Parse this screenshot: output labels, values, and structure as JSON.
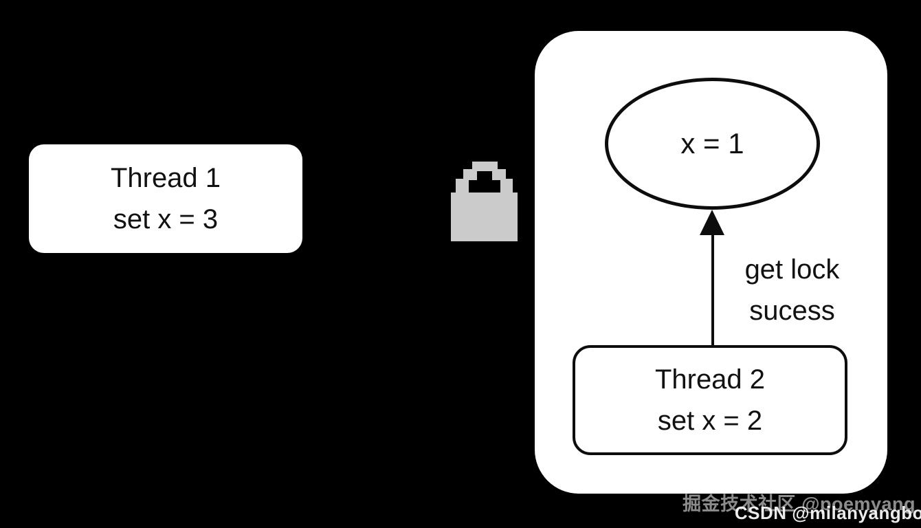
{
  "diagram": {
    "background_color": "#000000",
    "panel_color": "#ffffff",
    "stroke_color": "#0d0d0d",
    "lock_color": "#cbcbcb",
    "thread1": {
      "line1": "Thread 1",
      "line2": "set x = 3"
    },
    "thread2": {
      "line1": "Thread 2",
      "line2": "set x = 2"
    },
    "state": {
      "label": "x = 1"
    },
    "arrow_label": {
      "line1": "get lock",
      "line2": "sucess"
    },
    "icons": {
      "lock": "lock-icon",
      "arrow": "arrow-up-icon"
    }
  },
  "watermarks": {
    "line1": "掘金技术社区 @poemyang",
    "line2": "CSDN @milanyangbo"
  }
}
